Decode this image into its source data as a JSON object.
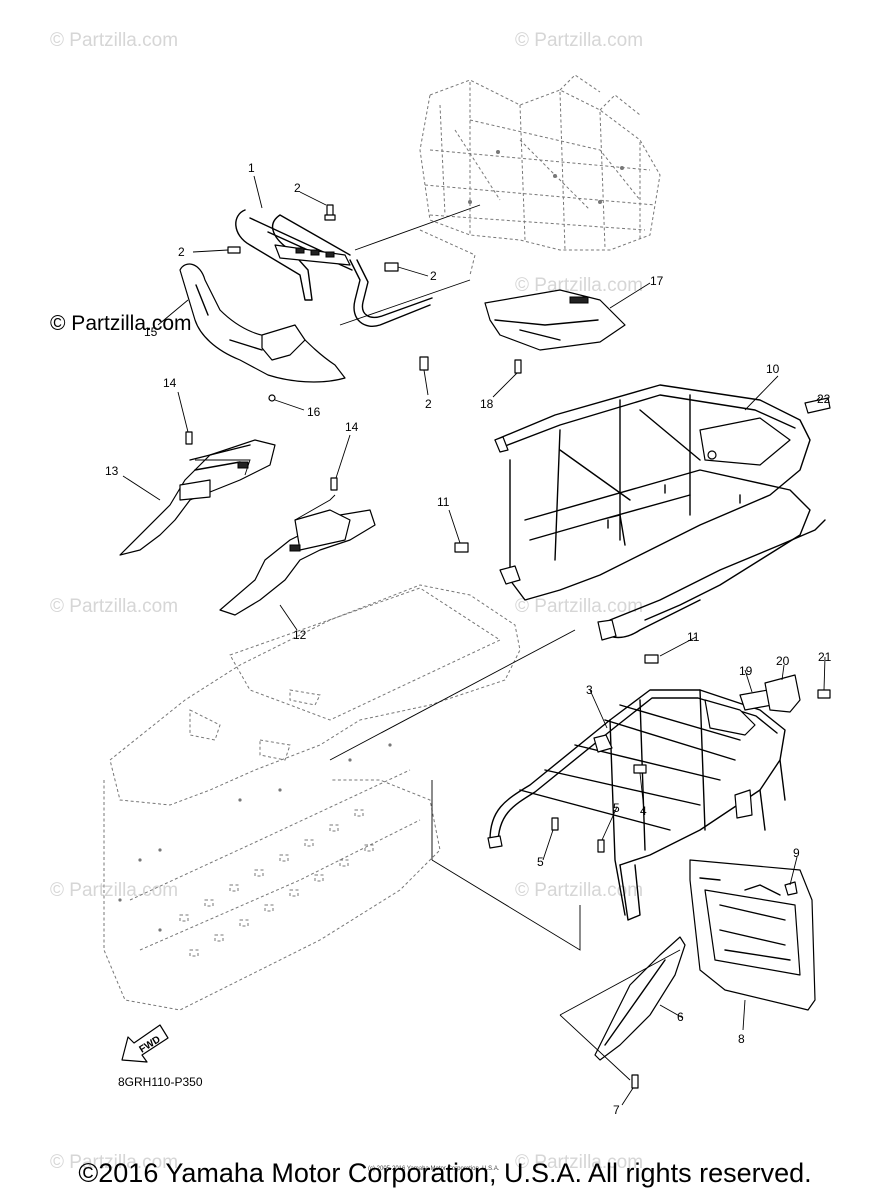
{
  "watermarks": {
    "brand": "© Partzilla.com",
    "main": "© Partzilla.com"
  },
  "callouts": {
    "p1": "1",
    "p2": "2",
    "p3": "3",
    "p4": "4",
    "p5": "5",
    "p6": "6",
    "p7": "7",
    "p8": "8",
    "p9": "9",
    "p10": "10",
    "p11": "11",
    "p12": "12",
    "p13": "13",
    "p14": "14",
    "p15": "15",
    "p16": "16",
    "p17": "17",
    "p18": "18",
    "p19": "19",
    "p20": "20",
    "p21": "21",
    "p22": "22"
  },
  "fwd_label": "FWD",
  "diagram_code": "8GRH110-P350",
  "small_copyright": "(c) 2005-2016 Yamaha Motor Corporation, U.S.A.",
  "copyright": "©2016 Yamaha Motor Corporation, U.S.A. All rights reserved."
}
